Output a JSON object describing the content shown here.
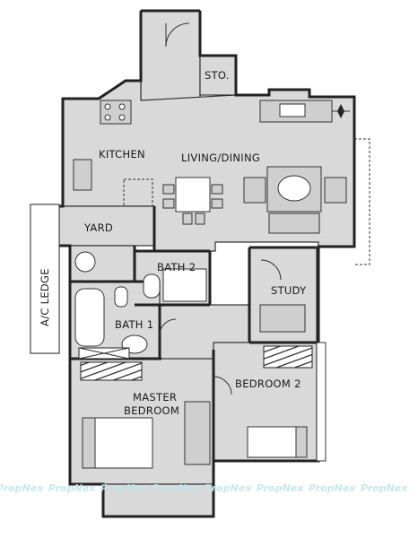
{
  "rooms": {
    "store": "STO.",
    "kitchen": "KITCHEN",
    "living_dining": "LIVING/DINING",
    "yard": "YARD",
    "bath2": "BATH 2",
    "bath1": "BATH 1",
    "study": "STUDY",
    "ac_ledge": "A/C LEDGE",
    "master_bedroom_line1": "MASTER",
    "master_bedroom_line2": "BEDROOM",
    "bedroom2": "BEDROOM 2"
  },
  "watermark": {
    "text": "PropNex"
  },
  "colors": {
    "floor": "#d9d9d9",
    "wall": "#222222",
    "watermark": "#bfe6ee"
  }
}
